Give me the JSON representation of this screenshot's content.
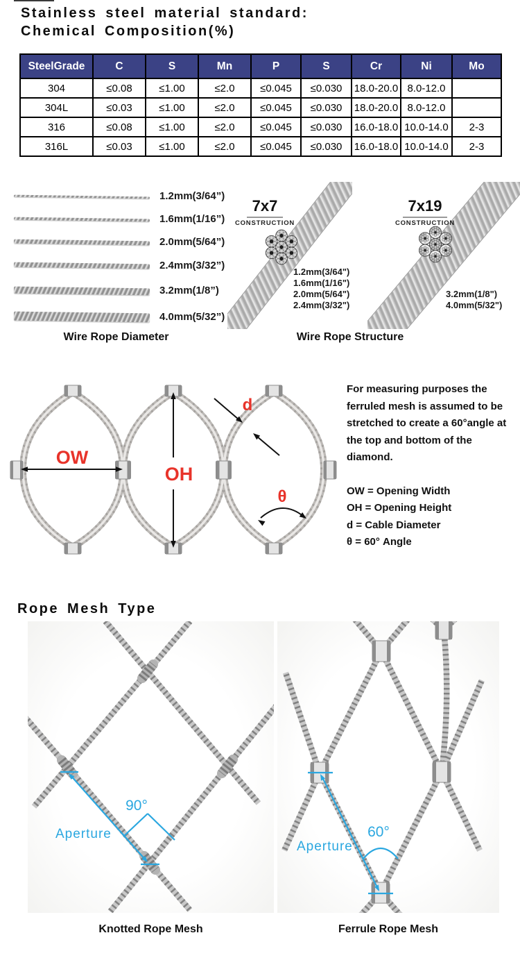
{
  "page": {
    "title_line1": "Stainless steel material standard:",
    "title_line2": "Chemical Composition(%)"
  },
  "colors": {
    "table_header_bg": "#3b4285",
    "table_header_text": "#ffffff",
    "diagram_label_red": "#e8332a",
    "annotation_blue": "#2aa7e0"
  },
  "table": {
    "headers": [
      "SteelGrade",
      "C",
      "S",
      "Mn",
      "P",
      "S",
      "Cr",
      "Ni",
      "Mo"
    ],
    "rows": [
      [
        "304",
        "≤0.08",
        "≤1.00",
        "≤2.0",
        "≤0.045",
        "≤0.030",
        "18.0-20.0",
        "8.0-12.0",
        ""
      ],
      [
        "304L",
        "≤0.03",
        "≤1.00",
        "≤2.0",
        "≤0.045",
        "≤0.030",
        "18.0-20.0",
        "8.0-12.0",
        ""
      ],
      [
        "316",
        "≤0.08",
        "≤1.00",
        "≤2.0",
        "≤0.045",
        "≤0.030",
        "16.0-18.0",
        "10.0-14.0",
        "2-3"
      ],
      [
        "316L",
        "≤0.03",
        "≤1.00",
        "≤2.0",
        "≤0.045",
        "≤0.030",
        "16.0-18.0",
        "10.0-14.0",
        "2-3"
      ]
    ]
  },
  "diameter_section": {
    "labels": [
      "1.2mm(3/64”)",
      "1.6mm(1/16”)",
      "2.0mm(5/64”)",
      "2.4mm(3/32”)",
      "3.2mm(1/8”)",
      "4.0mm(5/32”)"
    ],
    "caption": "Wire Rope Diameter"
  },
  "structure_section": {
    "caption": "Wire Rope Structure",
    "s7x7": {
      "title": "7x7",
      "subtitle": "CONSTRUCTION",
      "sizes": [
        "1.2mm(3/64\")",
        "1.6mm(1/16\")",
        "2.0mm(5/64\")",
        "2.4mm(3/32\")"
      ]
    },
    "s7x19": {
      "title": "7x19",
      "subtitle": "CONSTRUCTION",
      "sizes": [
        "3.2mm(1/8\")",
        "4.0mm(5/32\")"
      ]
    }
  },
  "mesh_diagram": {
    "labels": {
      "ow": "OW",
      "oh": "OH",
      "d": "d",
      "theta": "θ"
    },
    "paragraph": "For measuring purposes the ferruled mesh is assumed to be stretched to create a 60°angle at the top and bottom of the diamond.",
    "definitions": [
      "OW = Opening Width",
      "OH = Opening Height",
      "d = Cable Diameter",
      "θ = 60° Angle"
    ]
  },
  "mesh_type": {
    "heading": "Rope Mesh Type",
    "knotted": {
      "angle": "90°",
      "aperture": "Aperture",
      "caption": "Knotted Rope Mesh"
    },
    "ferrule": {
      "angle": "60°",
      "aperture": "Aperture",
      "caption": "Ferrule Rope Mesh"
    }
  }
}
